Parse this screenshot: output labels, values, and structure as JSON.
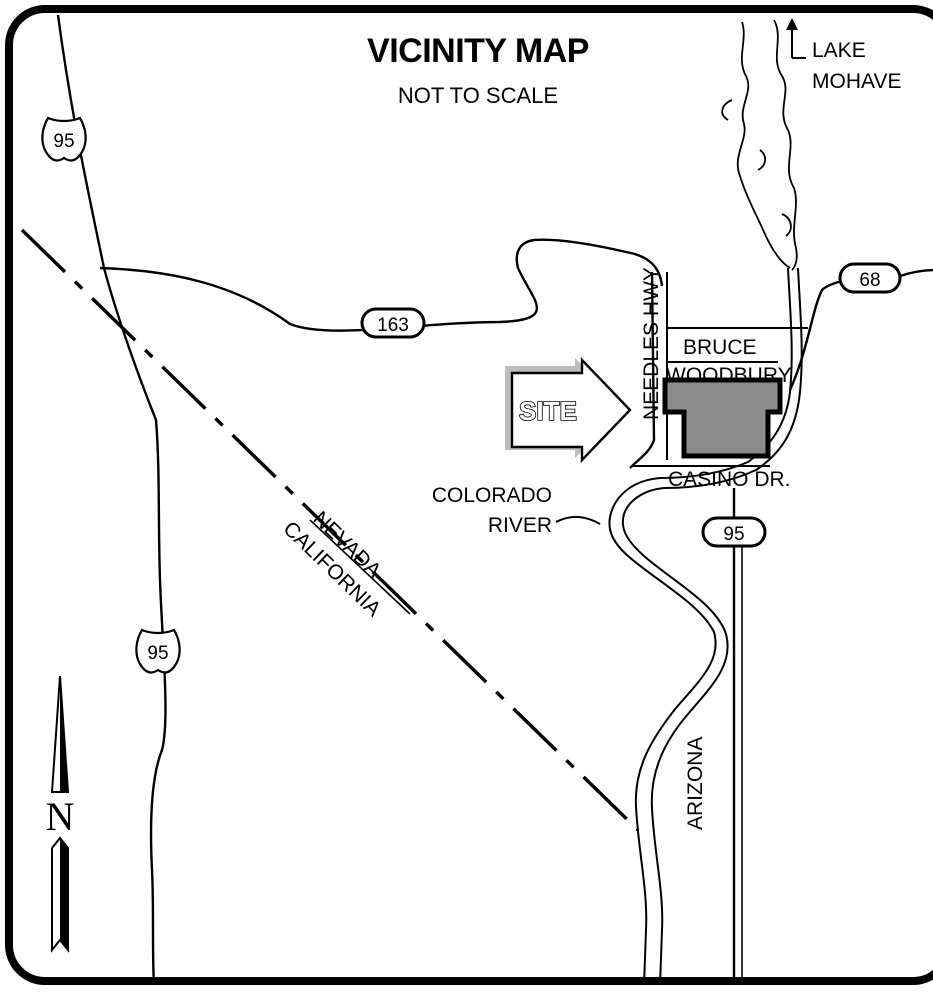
{
  "title": "VICINITY MAP",
  "subtitle": "NOT TO SCALE",
  "labels": {
    "lake": [
      "LAKE",
      "MOHAVE"
    ],
    "needles_hwy": "NEEDLES HWY",
    "bruce_woodbury": [
      "BRUCE",
      "WOODBURY"
    ],
    "casino_dr": "CASINO DR.",
    "colorado_river": [
      "COLORADO",
      "RIVER"
    ],
    "site": "SITE",
    "nevada": "NEVADA",
    "california": "CALIFORNIA",
    "arizona": "ARIZONA",
    "north": "N"
  },
  "route_shields": {
    "us95_top": "95",
    "us95_left": "95",
    "us95_right": "95",
    "sr163": "163",
    "sr68": "68"
  },
  "colors": {
    "ink": "#000000",
    "paper": "#ffffff",
    "site_parcel": "#8c8c8c",
    "site_arrow_shadow": "#bdbdbd"
  },
  "icons": {
    "north_arrow": "north-arrow-icon",
    "lake_arrow": "arrow-up-icon"
  }
}
